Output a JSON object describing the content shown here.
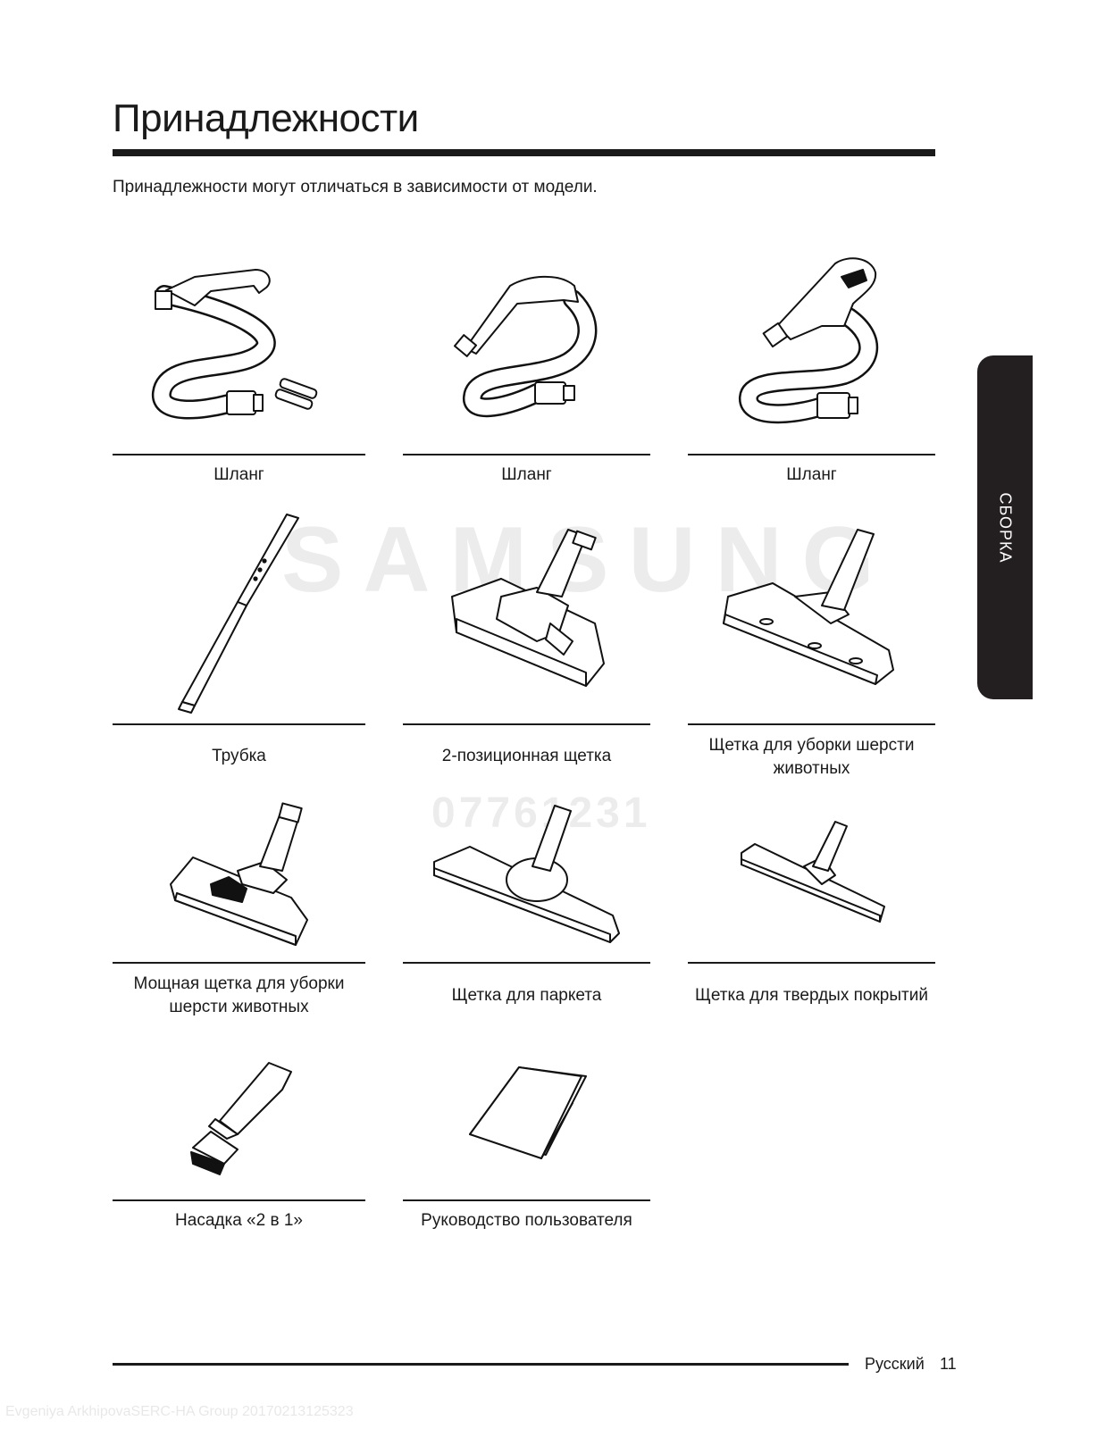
{
  "page": {
    "title": "Принадлежности",
    "subtitle": "Принадлежности могут отличаться в зависимости от модели.",
    "side_tab": "СБОРКА",
    "watermark_brand": "SAMSUNG",
    "watermark_code": "07761231",
    "watermark_footer": "Evgeniya ArkhipovaSERC-HA Group 20170213125323"
  },
  "accessories": [
    {
      "caption_lines": [
        "Шланг"
      ],
      "icon": "hose-with-batteries-icon"
    },
    {
      "caption_lines": [
        "Шланг"
      ],
      "icon": "hose-icon"
    },
    {
      "caption_lines": [
        "Шланг"
      ],
      "icon": "hose-pistol-grip-icon"
    },
    {
      "caption_lines": [
        "Трубка"
      ],
      "icon": "telescopic-tube-icon"
    },
    {
      "caption_lines": [
        "2-позиционная щетка"
      ],
      "icon": "two-position-brush-icon"
    },
    {
      "caption_lines": [
        "Щетка для уборки шерсти",
        "животных"
      ],
      "icon": "pet-hair-brush-icon"
    },
    {
      "caption_lines": [
        "Мощная щетка для уборки",
        "шерсти животных"
      ],
      "icon": "power-pet-brush-icon"
    },
    {
      "caption_lines": [
        "Щетка для паркета"
      ],
      "icon": "parquet-brush-icon"
    },
    {
      "caption_lines": [
        "Щетка для твердых покрытий"
      ],
      "icon": "hard-floor-brush-icon"
    },
    {
      "caption_lines": [
        "Насадка «2 в 1»"
      ],
      "icon": "two-in-one-nozzle-icon"
    },
    {
      "caption_lines": [
        "Руководство пользователя"
      ],
      "icon": "user-manual-icon"
    }
  ],
  "footer": {
    "language": "Русский",
    "page_number": "11"
  }
}
